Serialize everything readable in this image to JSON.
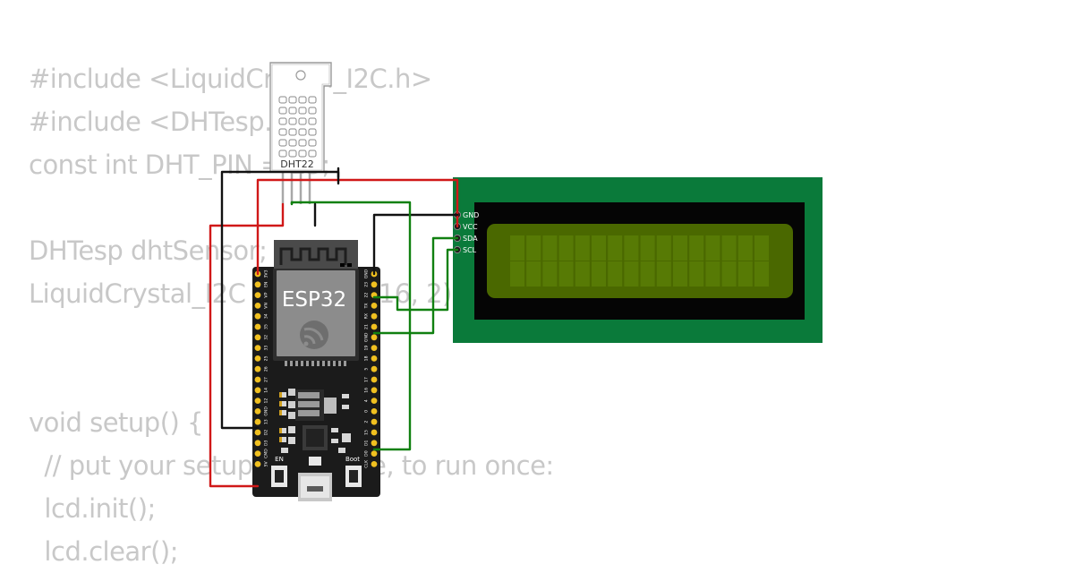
{
  "code": {
    "lines": [
      "#include <LiquidCrystal_I2C.h>",
      "#include <DHTesp.h>",
      "const int DHT_PIN = 15;",
      "",
      "DHTesp dhtSensor;",
      "LiquidCrystal_I2C lcd(0x27, 16, 2);",
      "",
      "",
      "void setup() {",
      "  // put your setup code here, to run once:",
      "  lcd.init();",
      "  lcd.clear();"
    ]
  },
  "dht": {
    "label": "DHT22"
  },
  "esp32": {
    "label": "ESP32",
    "left_pins": [
      "3V3",
      "EN",
      "VP",
      "VN",
      "34",
      "35",
      "32",
      "33",
      "25",
      "26",
      "27",
      "14",
      "12",
      "GND",
      "13",
      "D2",
      "D3",
      "CMD",
      "5V"
    ],
    "right_pins": [
      "GND",
      "23",
      "22",
      "TX",
      "RX",
      "21",
      "GND",
      "19",
      "18",
      "5",
      "17",
      "16",
      "4",
      "0",
      "2",
      "15",
      "D1",
      "D0",
      "CLK"
    ],
    "en_label": "EN",
    "boot_label": "Boot"
  },
  "lcd": {
    "pins": [
      "GND",
      "VCC",
      "SDA",
      "SCL"
    ],
    "columns": 16,
    "rows": 2
  },
  "colors": {
    "wire_red": "#d01818",
    "wire_black": "#111111",
    "wire_green": "#108010",
    "pcb_green": "#0a7a3a",
    "lcd_screen": "#4a6800",
    "pin_gold": "#f0c020",
    "code_text": "#c8c8c8"
  }
}
